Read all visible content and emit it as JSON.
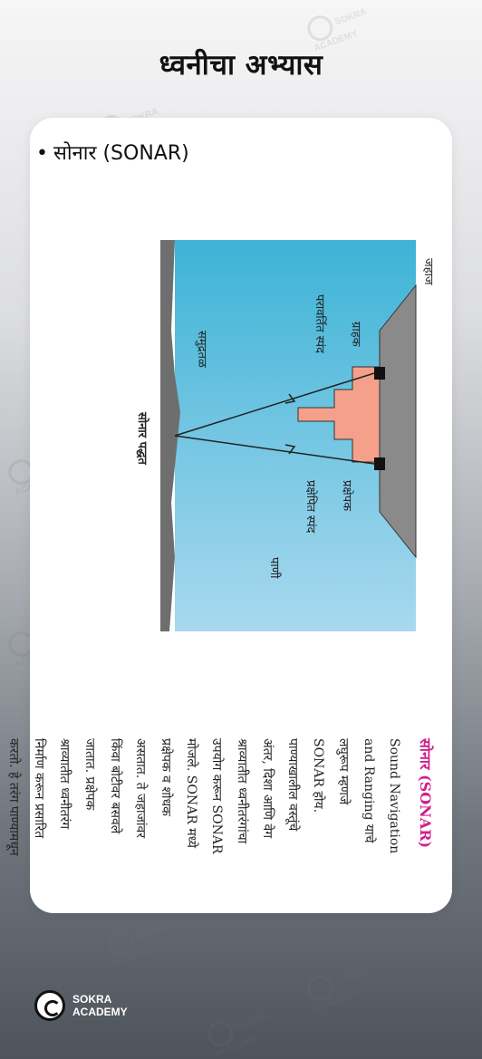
{
  "page": {
    "title": "ध्वनीचा अभ्यास",
    "section_heading": "सोनार (SONAR)"
  },
  "sonar_text": {
    "heading": "सोनार (SONAR)",
    "paragraph1": "Sound Navigation and Ranging याचे लघुरूप म्हणजे SONAR होय. पाण्याखालील वस्तूंचे अंतर, दिशा आणि वेग श्राव्यातीत ध्वनीतरंगांचा उपयोग करून SONAR मोजले. SONAR मध्ये प्रक्षेपक व शोधक असतात. ते जहाजांवर किंवा बोटीवर बसवले जातात.",
    "paragraph2": "प्रक्षेपक श्राव्यातीत ध्वनीतरंग निर्माण करून प्रसारित करतो. हे तरंग पाण्यामधून प्रवास करतात. समुद्रतळाशी असणाऱ्या वस्तूवर आदळून हे तरंग परावर्तित होतात. परावर्तित झालेले तरंग जहाजावरील ग्राहक ग्रहण करतो."
  },
  "diagram": {
    "labels": {
      "ship": "जहाज",
      "receiver": "ग्राहक",
      "reflected_wave": "परावर्तित स्पंद",
      "sea_bed": "समुद्रतळ",
      "transmitter": "प्रक्षेपक",
      "transmitted_wave": "प्रक्षेपित स्पंद",
      "water": "पाणी",
      "caption": "सोनार पद्धत"
    },
    "colors": {
      "water_top": "#3db3d6",
      "water_bottom": "#a9d9ef",
      "ship_hull": "#8a8a8a",
      "ship_cabin": "#f5a08a",
      "sea_bed": "#6e6e6e"
    }
  },
  "branding": {
    "logo_line1": "SOKRA",
    "logo_line2": "ACADEMY",
    "watermark_line1": "SOKRA",
    "watermark_line2": "ACADEMY"
  }
}
